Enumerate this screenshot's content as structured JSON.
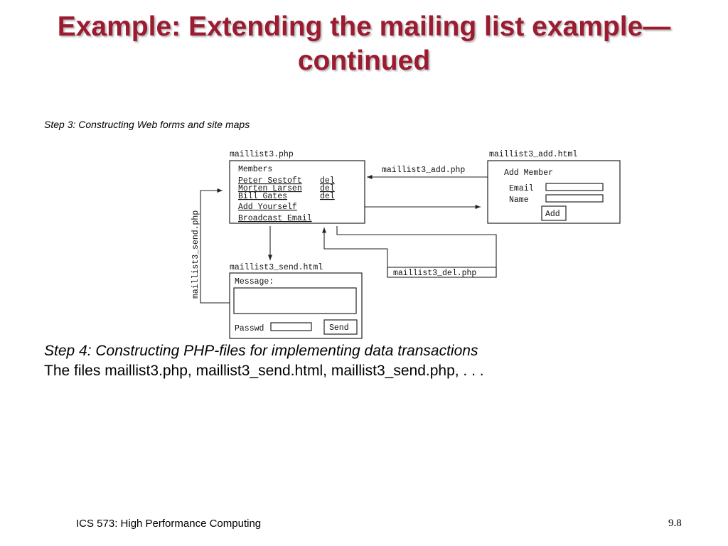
{
  "slide": {
    "title_line1": "Example: Extending the mailing list example—",
    "title_line2": "continued",
    "step3": "Step 3: Constructing Web forms and site maps",
    "step4": "Step 4: Constructing PHP-files for implementing data transactions",
    "files": "The files maillist3.php, maillist3_send.html, maillist3_send.php, . . .",
    "footer_left": "ICS 573: High Performance Computing",
    "footer_right": "9.8"
  },
  "diagram": {
    "main_page": {
      "name": "maillist3.php",
      "heading": "Members",
      "members": [
        {
          "name": "Peter Sestoft",
          "action": "del"
        },
        {
          "name": "Morten Larsen",
          "action": "del"
        },
        {
          "name": "Bill Gates",
          "action": "del"
        }
      ],
      "add_link": "Add Yourself",
      "broadcast_link": "Broadcast Email"
    },
    "add_page": {
      "name": "maillist3_add.html",
      "heading": "Add Member",
      "email_label": "Email",
      "name_label": "Name",
      "button": "Add"
    },
    "send_page": {
      "name": "maillist3_send.html",
      "message_label": "Message:",
      "passwd_label": "Passwd",
      "button": "Send"
    },
    "edges": {
      "add_php": "maillist3_add.php",
      "del_php": "maillist3_del.php",
      "send_php": "maillist3_send.php"
    }
  }
}
